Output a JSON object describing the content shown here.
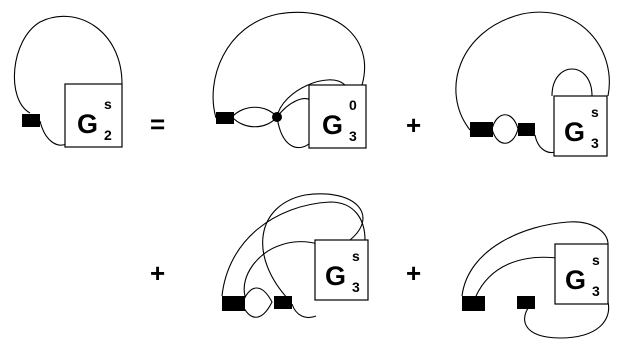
{
  "equation": {
    "lhs": {
      "G": "G",
      "sup": "s",
      "sub": "2"
    },
    "equals": "=",
    "plus": "+",
    "terms": [
      {
        "G": "G",
        "sup": "0",
        "sub": "3"
      },
      {
        "G": "G",
        "sup": "s",
        "sub": "3"
      },
      {
        "G": "G",
        "sup": "s",
        "sub": "3"
      },
      {
        "G": "G",
        "sup": "s",
        "sub": "3"
      }
    ]
  }
}
